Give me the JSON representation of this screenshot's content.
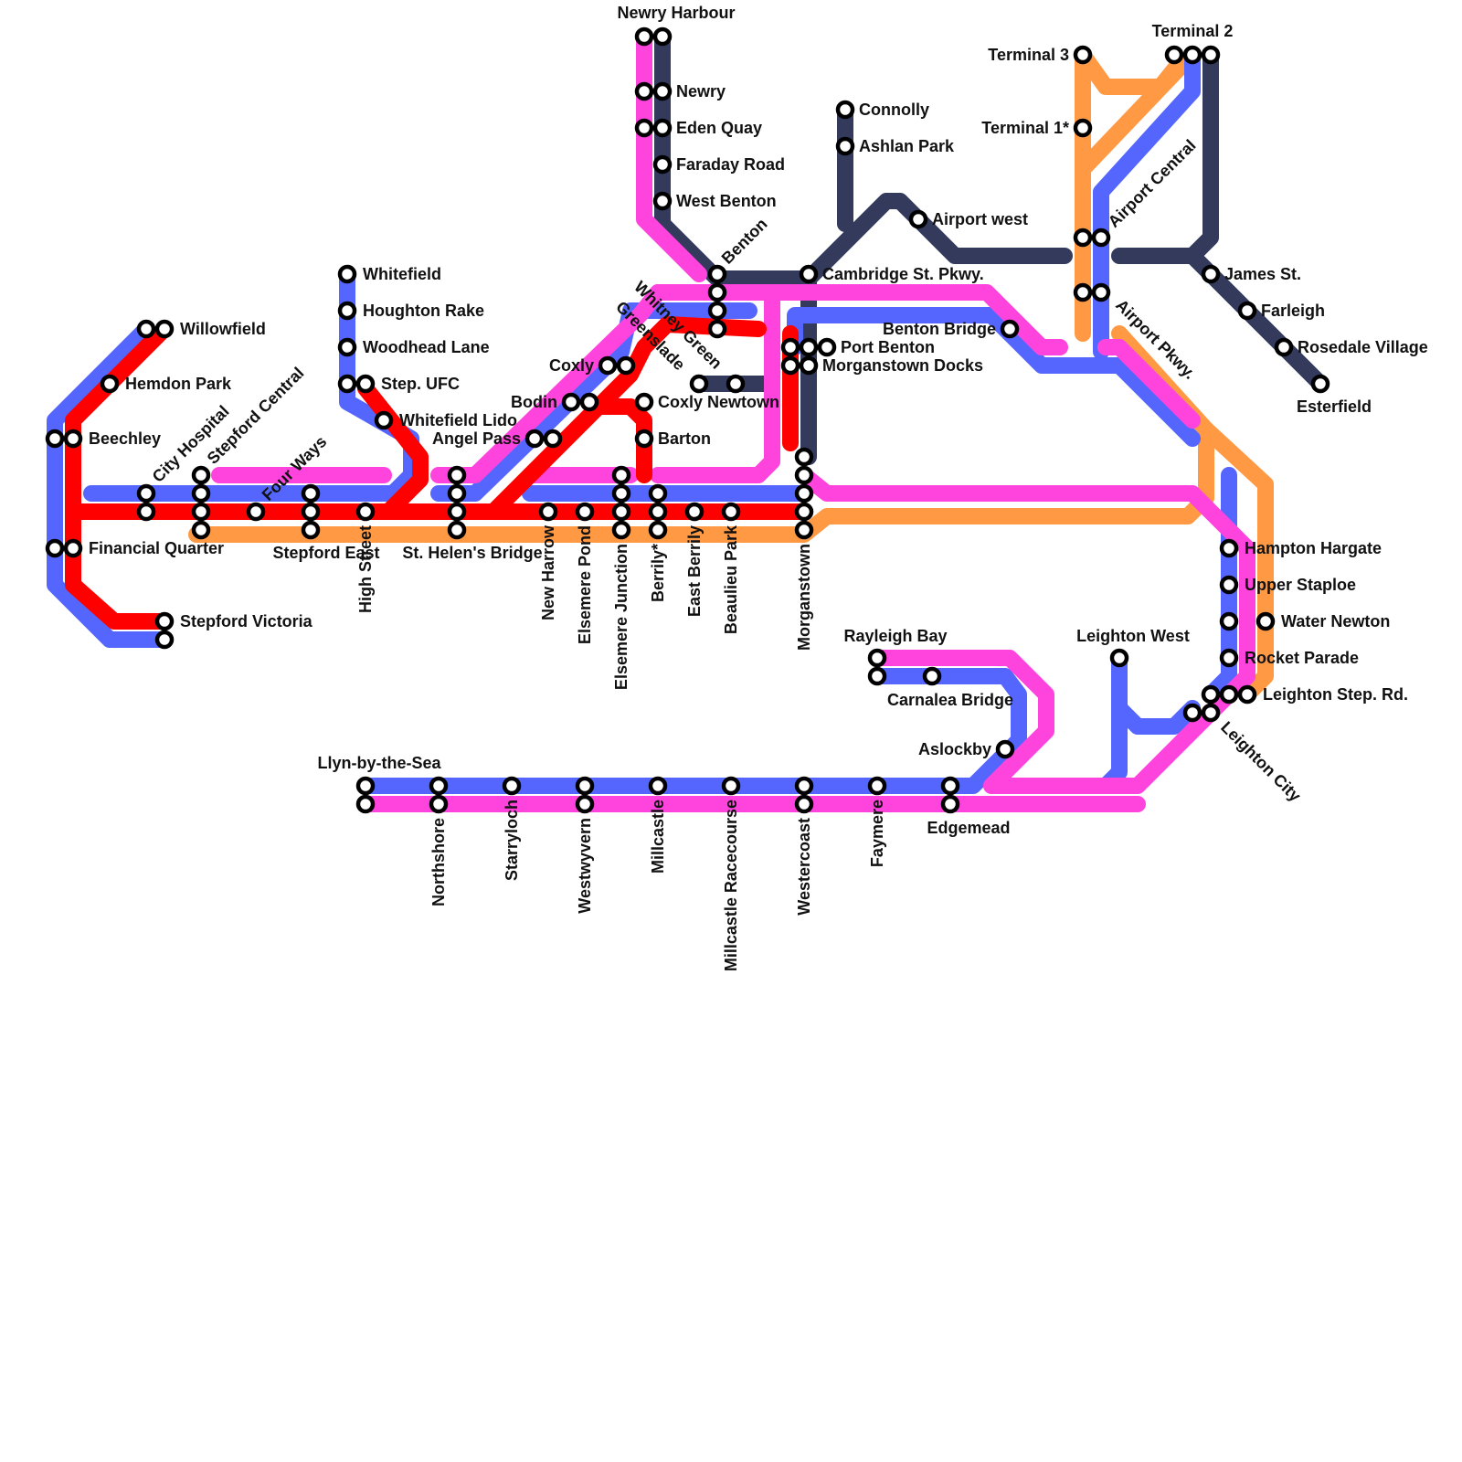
{
  "colors": {
    "red": "#ff0000",
    "blue": "#5566ff",
    "pink": "#ff44dd",
    "orange": "#ff9944",
    "navy": "#333a5c"
  },
  "labels": {
    "newry_harbour": "Newry Harbour",
    "newry": "Newry",
    "eden_quay": "Eden Quay",
    "faraday_road": "Faraday Road",
    "west_benton": "West Benton",
    "benton": "Benton",
    "whitney_green": "Whitney Green",
    "greenslade": "Greenslade",
    "connolly": "Connolly",
    "ashlan_park": "Ashlan Park",
    "airport_west": "Airport west",
    "cambridge_st_pkwy": "Cambridge St. Pkwy.",
    "terminal_3": "Terminal 3",
    "terminal_2": "Terminal 2",
    "terminal_1": "Terminal 1*",
    "airport_central": "Airport Central",
    "airport_pkwy": "Airport Pkwy.",
    "james_st": "James St.",
    "farleigh": "Farleigh",
    "rosedale_village": "Rosedale Village",
    "esterfield": "Esterfield",
    "benton_bridge": "Benton Bridge",
    "port_benton": "Port Benton",
    "morganstown_docks": "Morganstown Docks",
    "coxly": "Coxly",
    "bodin": "Bodin",
    "coxly_newtown": "Coxly Newtown",
    "angel_pass": "Angel Pass",
    "barton": "Barton",
    "whitefield": "Whitefield",
    "houghton_rake": "Houghton Rake",
    "woodhead_lane": "Woodhead Lane",
    "step_ufc": "Step. UFC",
    "whitefield_lido": "Whitefield Lido",
    "willowfield": "Willowfield",
    "hemdon_park": "Hemdon Park",
    "beechley": "Beechley",
    "financial_quarter": "Financial Quarter",
    "stepford_victoria": "Stepford Victoria",
    "city_hospital": "City Hospital",
    "stepford_central": "Stepford Central",
    "four_ways": "Four Ways",
    "stepford_east": "Stepford East",
    "high_street": "High Street",
    "st_helens_bridge": "St. Helen's Bridge",
    "new_harrow": "New Harrow",
    "elsemere_pond": "Elsemere Pond",
    "elsemere_junction": "Elsemere Junction",
    "berrily": "Berrily*",
    "east_berrily": "East Berrily",
    "beaulieu_park": "Beaulieu Park",
    "morganstown": "Morganstown",
    "hampton_hargate": "Hampton Hargate",
    "upper_staploe": "Upper Staploe",
    "water_newton": "Water Newton",
    "rocket_parade": "Rocket Parade",
    "leighton_step_rd": "Leighton Step. Rd.",
    "leighton_city": "Leighton City",
    "leighton_west": "Leighton West",
    "rayleigh_bay": "Rayleigh Bay",
    "carnalea_bridge": "Carnalea Bridge",
    "aslockby": "Aslockby",
    "edgemead": "Edgemead",
    "llyn_by_the_sea": "Llyn-by-the-Sea",
    "northshore": "Northshore",
    "starryloch": "Starryloch",
    "westwyvern": "Westwyvern",
    "millcastle": "Millcastle",
    "millcastle_racecourse": "Millcastle Racecourse",
    "westercoast": "Westercoast",
    "faymere": "Faymere"
  }
}
